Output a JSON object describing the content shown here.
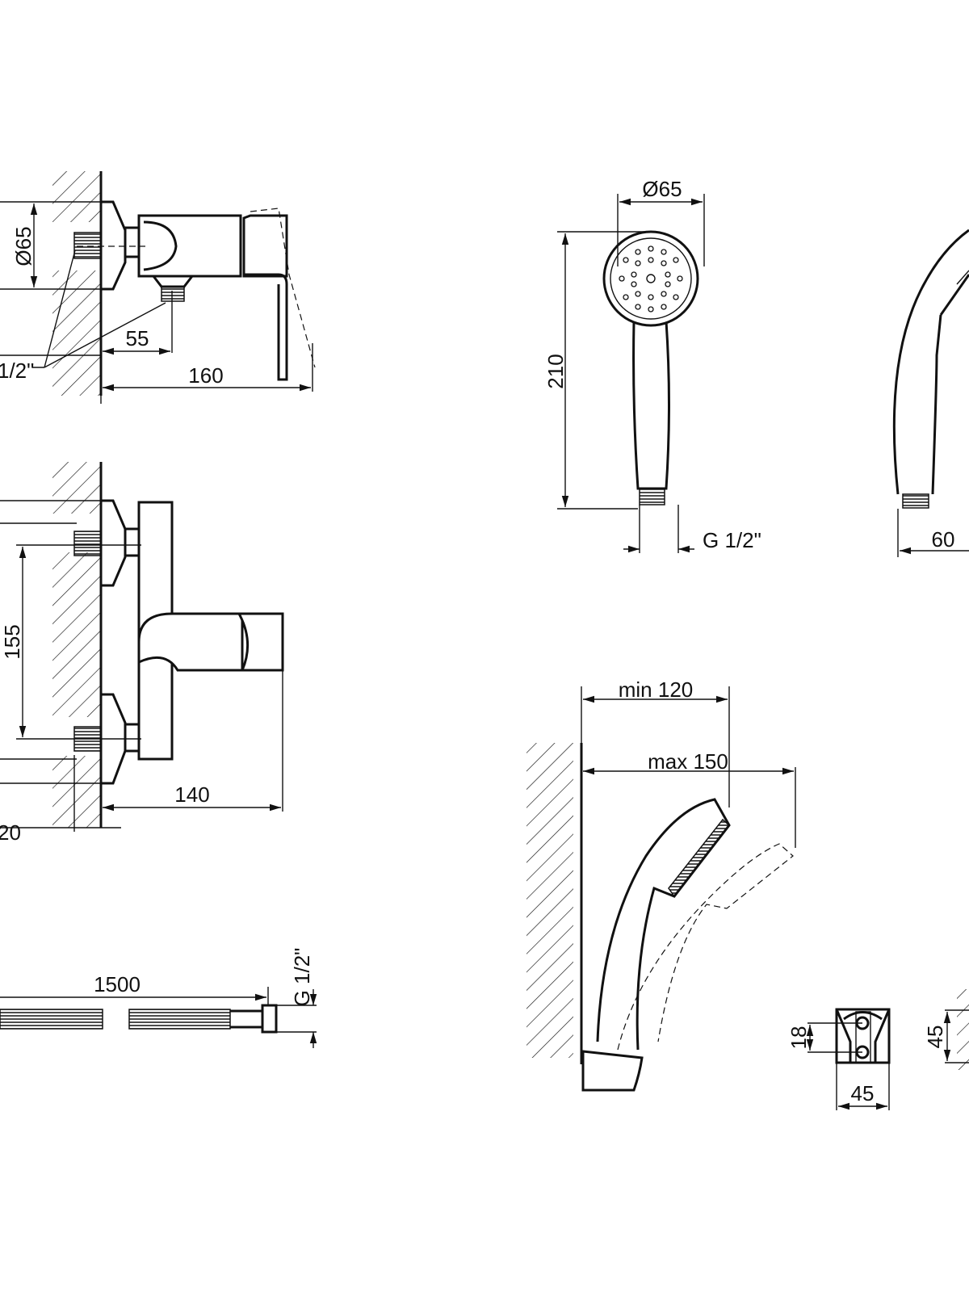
{
  "top_view": {
    "diameter": "Ø65",
    "outlet_offset": "55",
    "length": "160",
    "thread": "1/2\""
  },
  "front_view": {
    "center_distance": "155",
    "depth": "140",
    "offset": "20"
  },
  "hose": {
    "length": "1500",
    "thread": "G 1/2\""
  },
  "hand_shower": {
    "diameter": "Ø65",
    "length": "210",
    "thread": "G 1/2\"",
    "side_width": "60"
  },
  "holder": {
    "min_reach": "min 120",
    "max_reach": "max 150",
    "hole_spacing": "18",
    "width": "45",
    "height": "45"
  }
}
